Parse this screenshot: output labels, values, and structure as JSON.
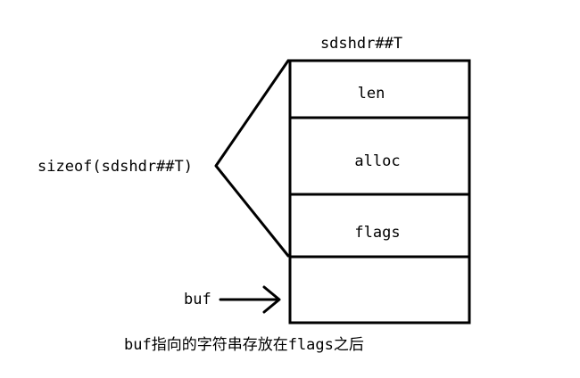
{
  "struct_name": "sdshdr##T",
  "fields": [
    "len",
    "alloc",
    "flags"
  ],
  "sizeof_label": "sizeof(sdshdr##T)",
  "buf_label": "buf",
  "note": "buf指向的字符串存放在flags之后",
  "colors": {
    "line": "#000000",
    "background": "#ffffff"
  }
}
